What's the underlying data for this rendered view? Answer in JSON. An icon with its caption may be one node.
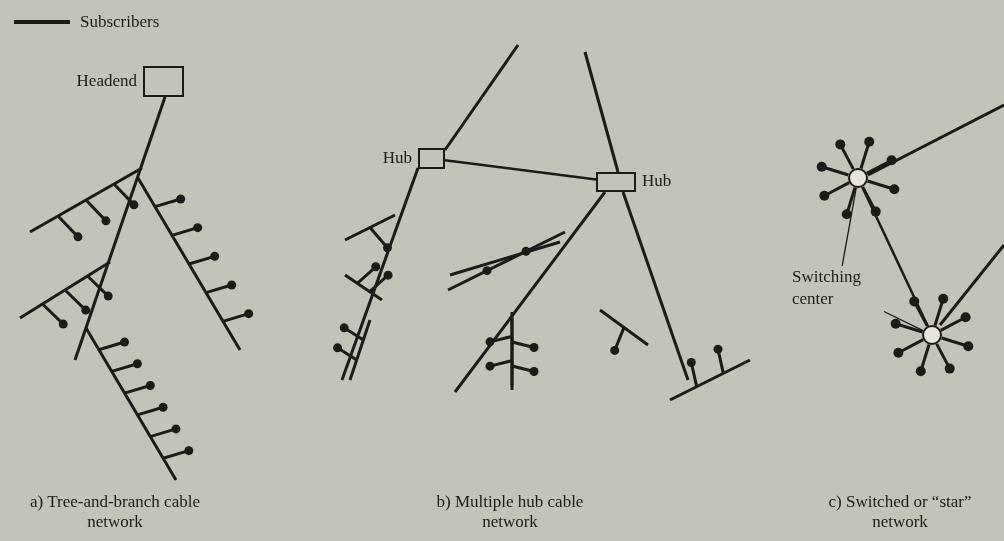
{
  "diagram": {
    "nodes": [
      {
        "text": [
          "Headend"
        ]
      },
      {
        "text": [
          "Hub"
        ]
      },
      {
        "text": [
          "Hub"
        ]
      },
      {
        "text": [],
        "shape": "circle"
      },
      {
        "text": [],
        "shape": "circle"
      },
      {
        "text": [
          "Switching center"
        ]
      }
    ],
    "edges": [
      {
        "from": 1,
        "to": 2,
        "arrow": "none"
      },
      {
        "from": 3,
        "to": 4,
        "arrow": "none"
      },
      {
        "from": 5,
        "to": 3,
        "arrow": "none"
      },
      {
        "from": 5,
        "to": 4,
        "arrow": "none"
      }
    ],
    "labels": [
      "a) Tree-and-branch cable network",
      "b) Multiple hub cable network",
      "c) Switched or “star” network"
    ],
    "legend": [
      {
        "text": "Subscribers"
      }
    ]
  }
}
